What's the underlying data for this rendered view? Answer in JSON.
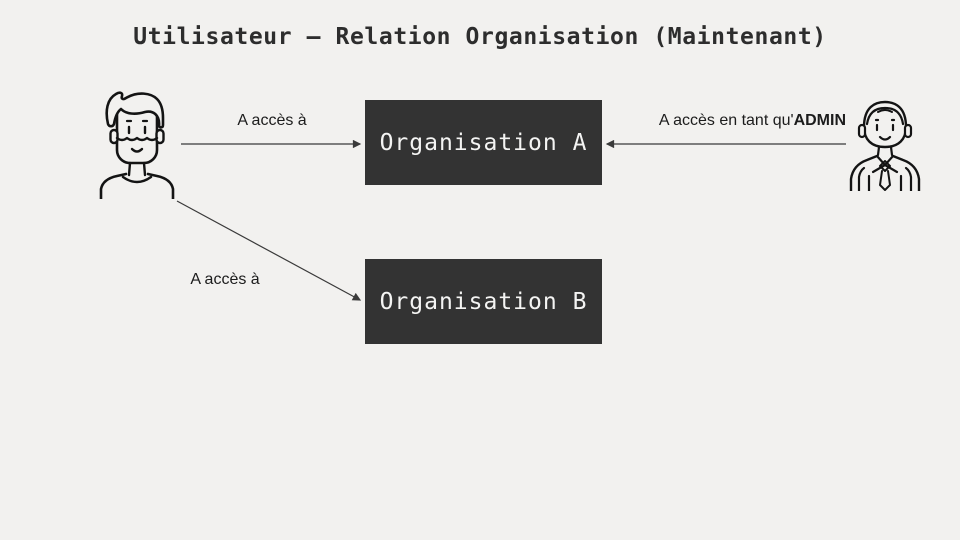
{
  "title": "Utilisateur – Relation Organisation (Maintenant)",
  "colors": {
    "background": "#f2f1ef",
    "node_fill": "#333333",
    "node_text": "#f4f4f3",
    "line": "#3a3a3a",
    "label_text": "#1c1c1c"
  },
  "actors": {
    "left_user": {
      "icon": "bearded-man-avatar-icon"
    },
    "right_user": {
      "icon": "businessman-admin-avatar-icon"
    }
  },
  "nodes": {
    "org_a": {
      "label": "Organisation A"
    },
    "org_b": {
      "label": "Organisation B"
    }
  },
  "edges": {
    "user_to_org_a": {
      "label": "A accès à",
      "direction": "left-user to Organisation A"
    },
    "admin_to_org_a": {
      "label_prefix": "A accès en tant qu'",
      "label_bold": "ADMIN",
      "direction": "right-user to Organisation A"
    },
    "user_to_org_b": {
      "label": "A accès à",
      "direction": "left-user to Organisation B"
    }
  }
}
